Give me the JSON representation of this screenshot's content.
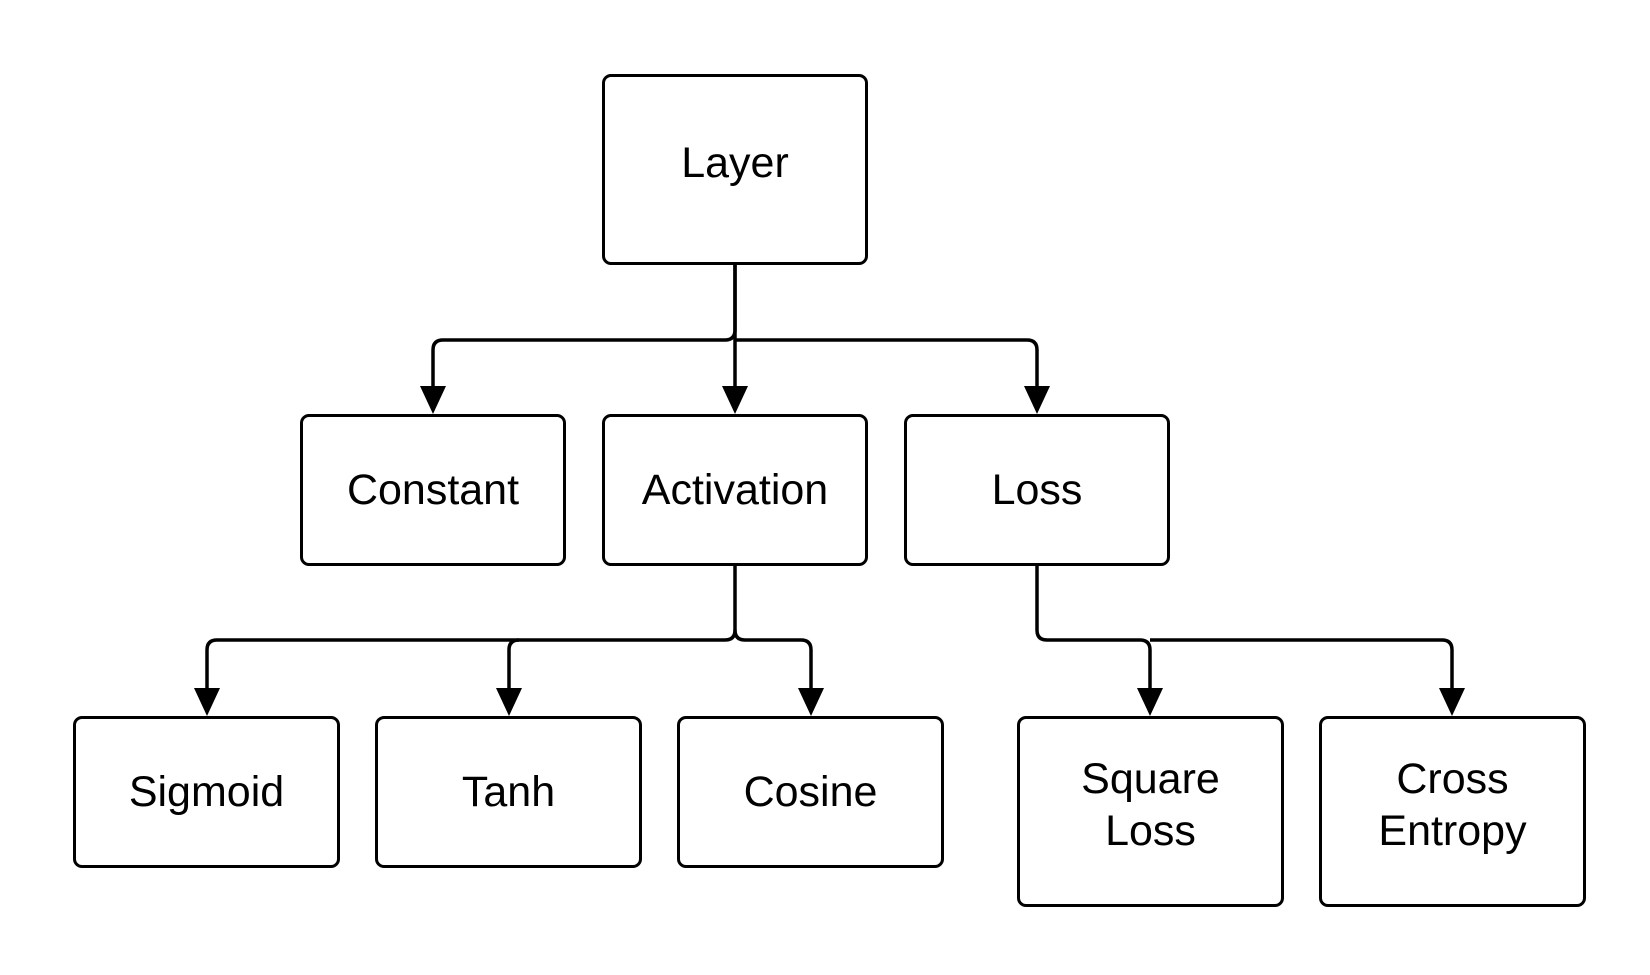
{
  "nodes": {
    "layer": "Layer",
    "constant": "Constant",
    "activation": "Activation",
    "loss": "Loss",
    "sigmoid": "Sigmoid",
    "tanh": "Tanh",
    "cosine": "Cosine",
    "square_loss": "Square\nLoss",
    "cross_entropy": "Cross\nEntropy"
  },
  "edges": [
    {
      "from": "layer",
      "to": "constant"
    },
    {
      "from": "layer",
      "to": "activation"
    },
    {
      "from": "layer",
      "to": "loss"
    },
    {
      "from": "activation",
      "to": "sigmoid"
    },
    {
      "from": "activation",
      "to": "tanh"
    },
    {
      "from": "activation",
      "to": "cosine"
    },
    {
      "from": "loss",
      "to": "square_loss"
    },
    {
      "from": "loss",
      "to": "cross_entropy"
    }
  ],
  "colors": {
    "stroke": "#000000",
    "background": "#ffffff"
  }
}
